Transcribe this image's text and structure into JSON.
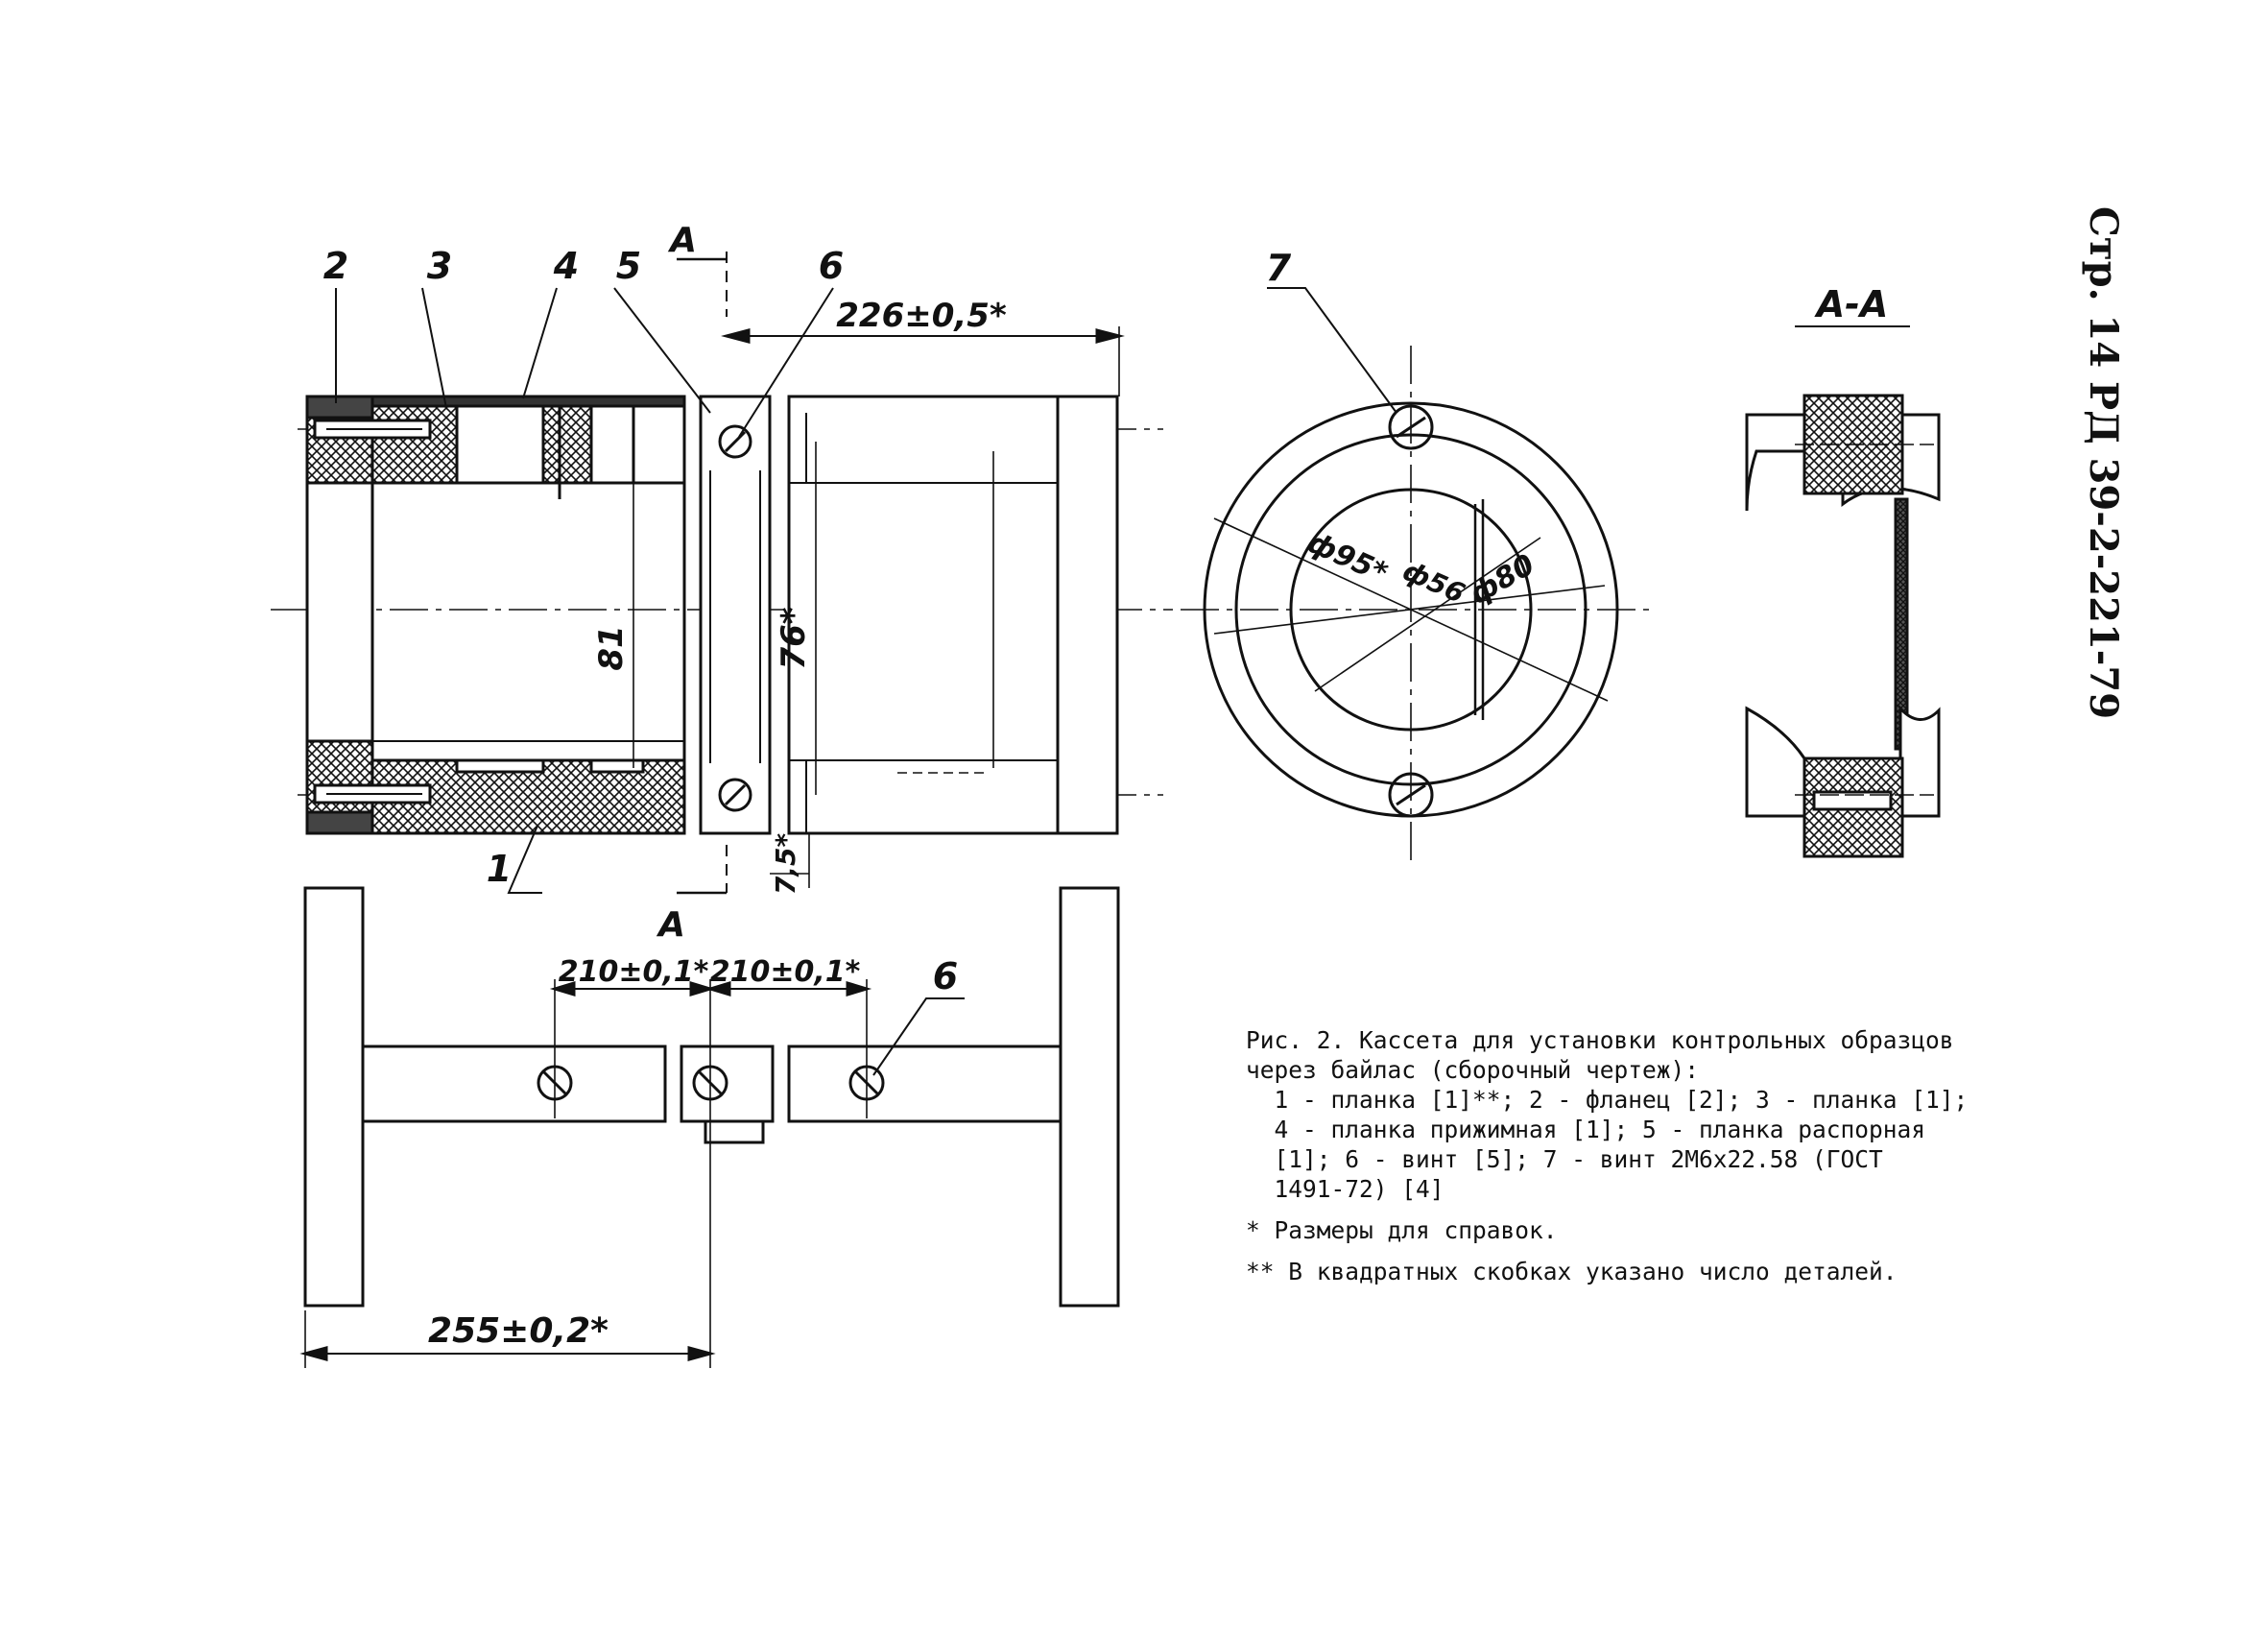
{
  "page_header": "Стр. 14 РД 39-2-221-79",
  "section_label": "А-А",
  "section_mark": "А",
  "callouts": [
    "1",
    "2",
    "3",
    "4",
    "5",
    "6",
    "7"
  ],
  "dimensions": {
    "d226": "226±0,5*",
    "d81": "81",
    "d76": "76*",
    "d7_5": "7,5*",
    "d210a": "210±0,1*",
    "d210b": "210±0,1*",
    "d255": "255±0,2*",
    "dia95": "ф95*",
    "dia56": "ф56",
    "dia80": "ф80"
  },
  "caption": {
    "lines": [
      "Рис. 2. Кассета для установки контрольных образцов",
      "через байлас (сборочный чертеж):",
      "  1 - планка [1]**; 2 - фланец [2]; 3 - планка [1];",
      "  4 - планка прижимная [1]; 5 - планка распорная",
      "  [1]; 6 - винт [5]; 7 - винт 2М6х22.58 (ГОСТ",
      "  1491-72) [4]"
    ],
    "note1": "* Размеры для справок.",
    "note2": "** В квадратных скобках указано число деталей."
  }
}
